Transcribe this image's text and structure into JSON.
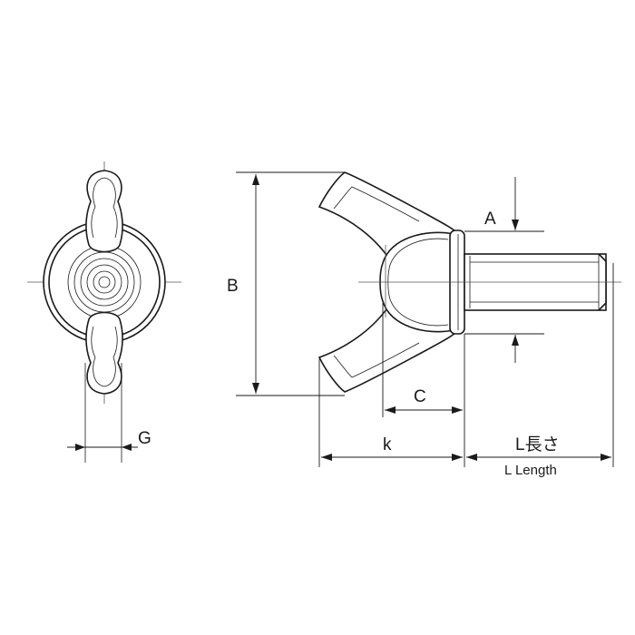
{
  "labels": {
    "A": "A",
    "B": "B",
    "C": "C",
    "G": "G",
    "k": "k",
    "length_ja": "L長さ",
    "length_en": "L Length"
  },
  "colors": {
    "line": "#1a1a1a",
    "fill": "#ffffff",
    "center_line": "#555555"
  }
}
